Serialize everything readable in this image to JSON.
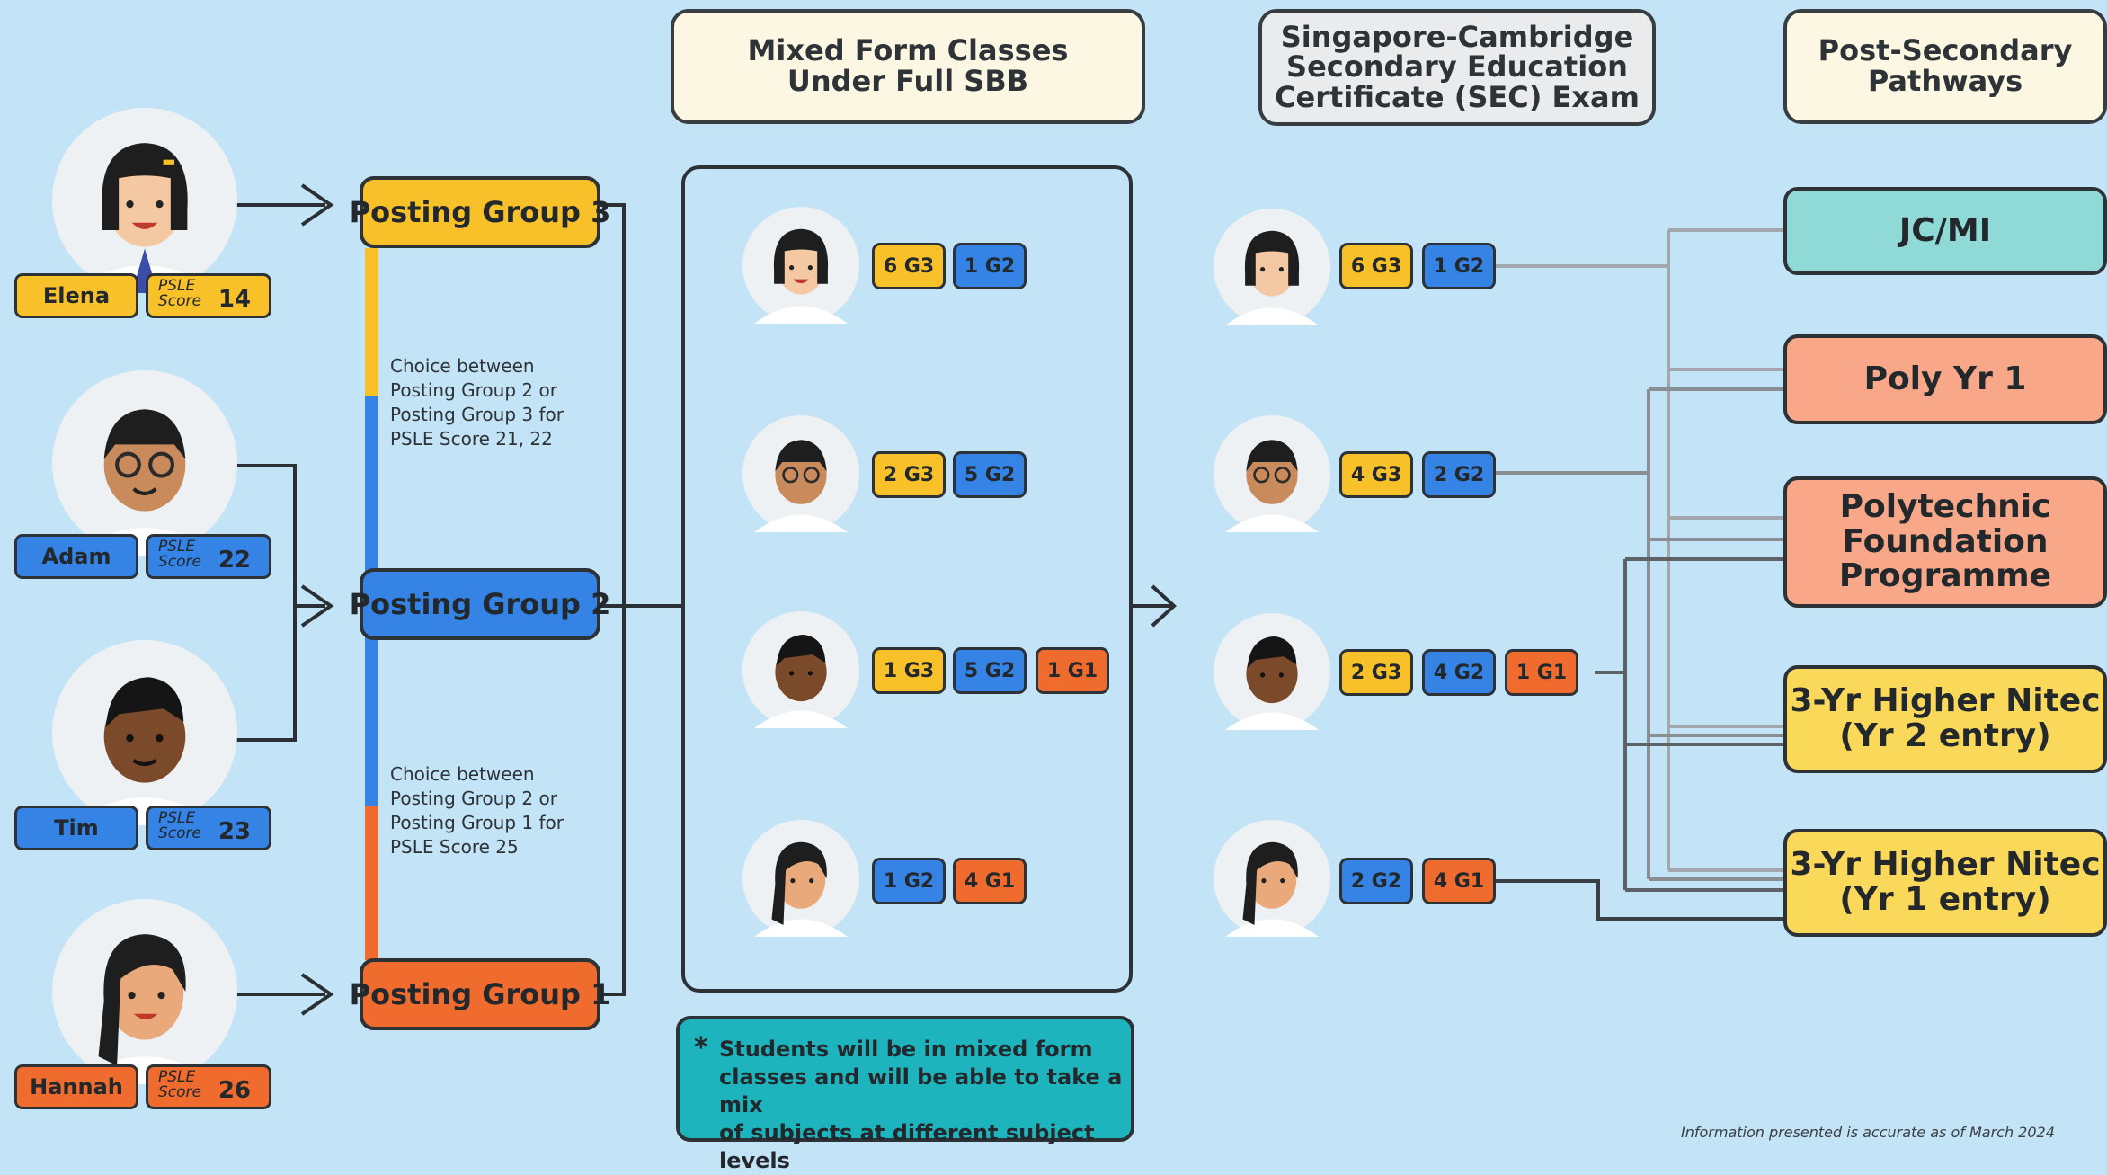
{
  "headers": {
    "mixed": "Mixed Form Classes\nUnder Full SBB",
    "sec": "Singapore-Cambridge\nSecondary Education\nCertificate (SEC) Exam",
    "post": "Post-Secondary\nPathways"
  },
  "students": [
    {
      "name": "Elena",
      "score": "14",
      "color": "#f8c12a"
    },
    {
      "name": "Adam",
      "score": "22",
      "color": "#3583e4"
    },
    {
      "name": "Tim",
      "score": "23",
      "color": "#3583e4"
    },
    {
      "name": "Hannah",
      "score": "26",
      "color": "#ef6b2e"
    }
  ],
  "score_label": "PSLE\nScore",
  "posting_groups": [
    "Posting Group 3",
    "Posting Group 2",
    "Posting Group 1"
  ],
  "choice_notes": [
    "Choice between\nPosting Group 2 or\nPosting Group 3 for\nPSLE Score 21, 22",
    "Choice between\nPosting Group 2 or\nPosting Group 1 for\nPSLE Score 25"
  ],
  "mixed_rows": [
    [
      "6 G3",
      "1 G2"
    ],
    [
      "2 G3",
      "5 G2"
    ],
    [
      "1 G3",
      "5 G2",
      "1 G1"
    ],
    [
      "1 G2",
      "4 G1"
    ]
  ],
  "sec_rows": [
    [
      "6 G3",
      "1 G2"
    ],
    [
      "4 G3",
      "2 G2"
    ],
    [
      "2 G3",
      "4 G2",
      "1 G1"
    ],
    [
      "2 G2",
      "4 G1"
    ]
  ],
  "pathways": [
    {
      "label": "JC/MI",
      "color": "#8fdad6"
    },
    {
      "label": "Poly Yr 1",
      "color": "#f8a889"
    },
    {
      "label": "Polytechnic\nFoundation\nProgramme",
      "color": "#f8a889"
    },
    {
      "label": "3-Yr Higher Nitec\n(Yr 2 entry)",
      "color": "#fad85a"
    },
    {
      "label": "3-Yr Higher Nitec\n(Yr 1 entry)",
      "color": "#fad85a"
    }
  ],
  "note": {
    "star": "*",
    "text": "Students will be in mixed form\nclasses and will be able to take a mix\nof subjects at different subject levels"
  },
  "footer": "Information presented is accurate as of March 2024",
  "colors": {
    "g3": "#f8c12a",
    "g2": "#3583e4",
    "g1": "#ef6b2e",
    "teal_note": "#1db4bd",
    "background": "#c3e3f7"
  }
}
